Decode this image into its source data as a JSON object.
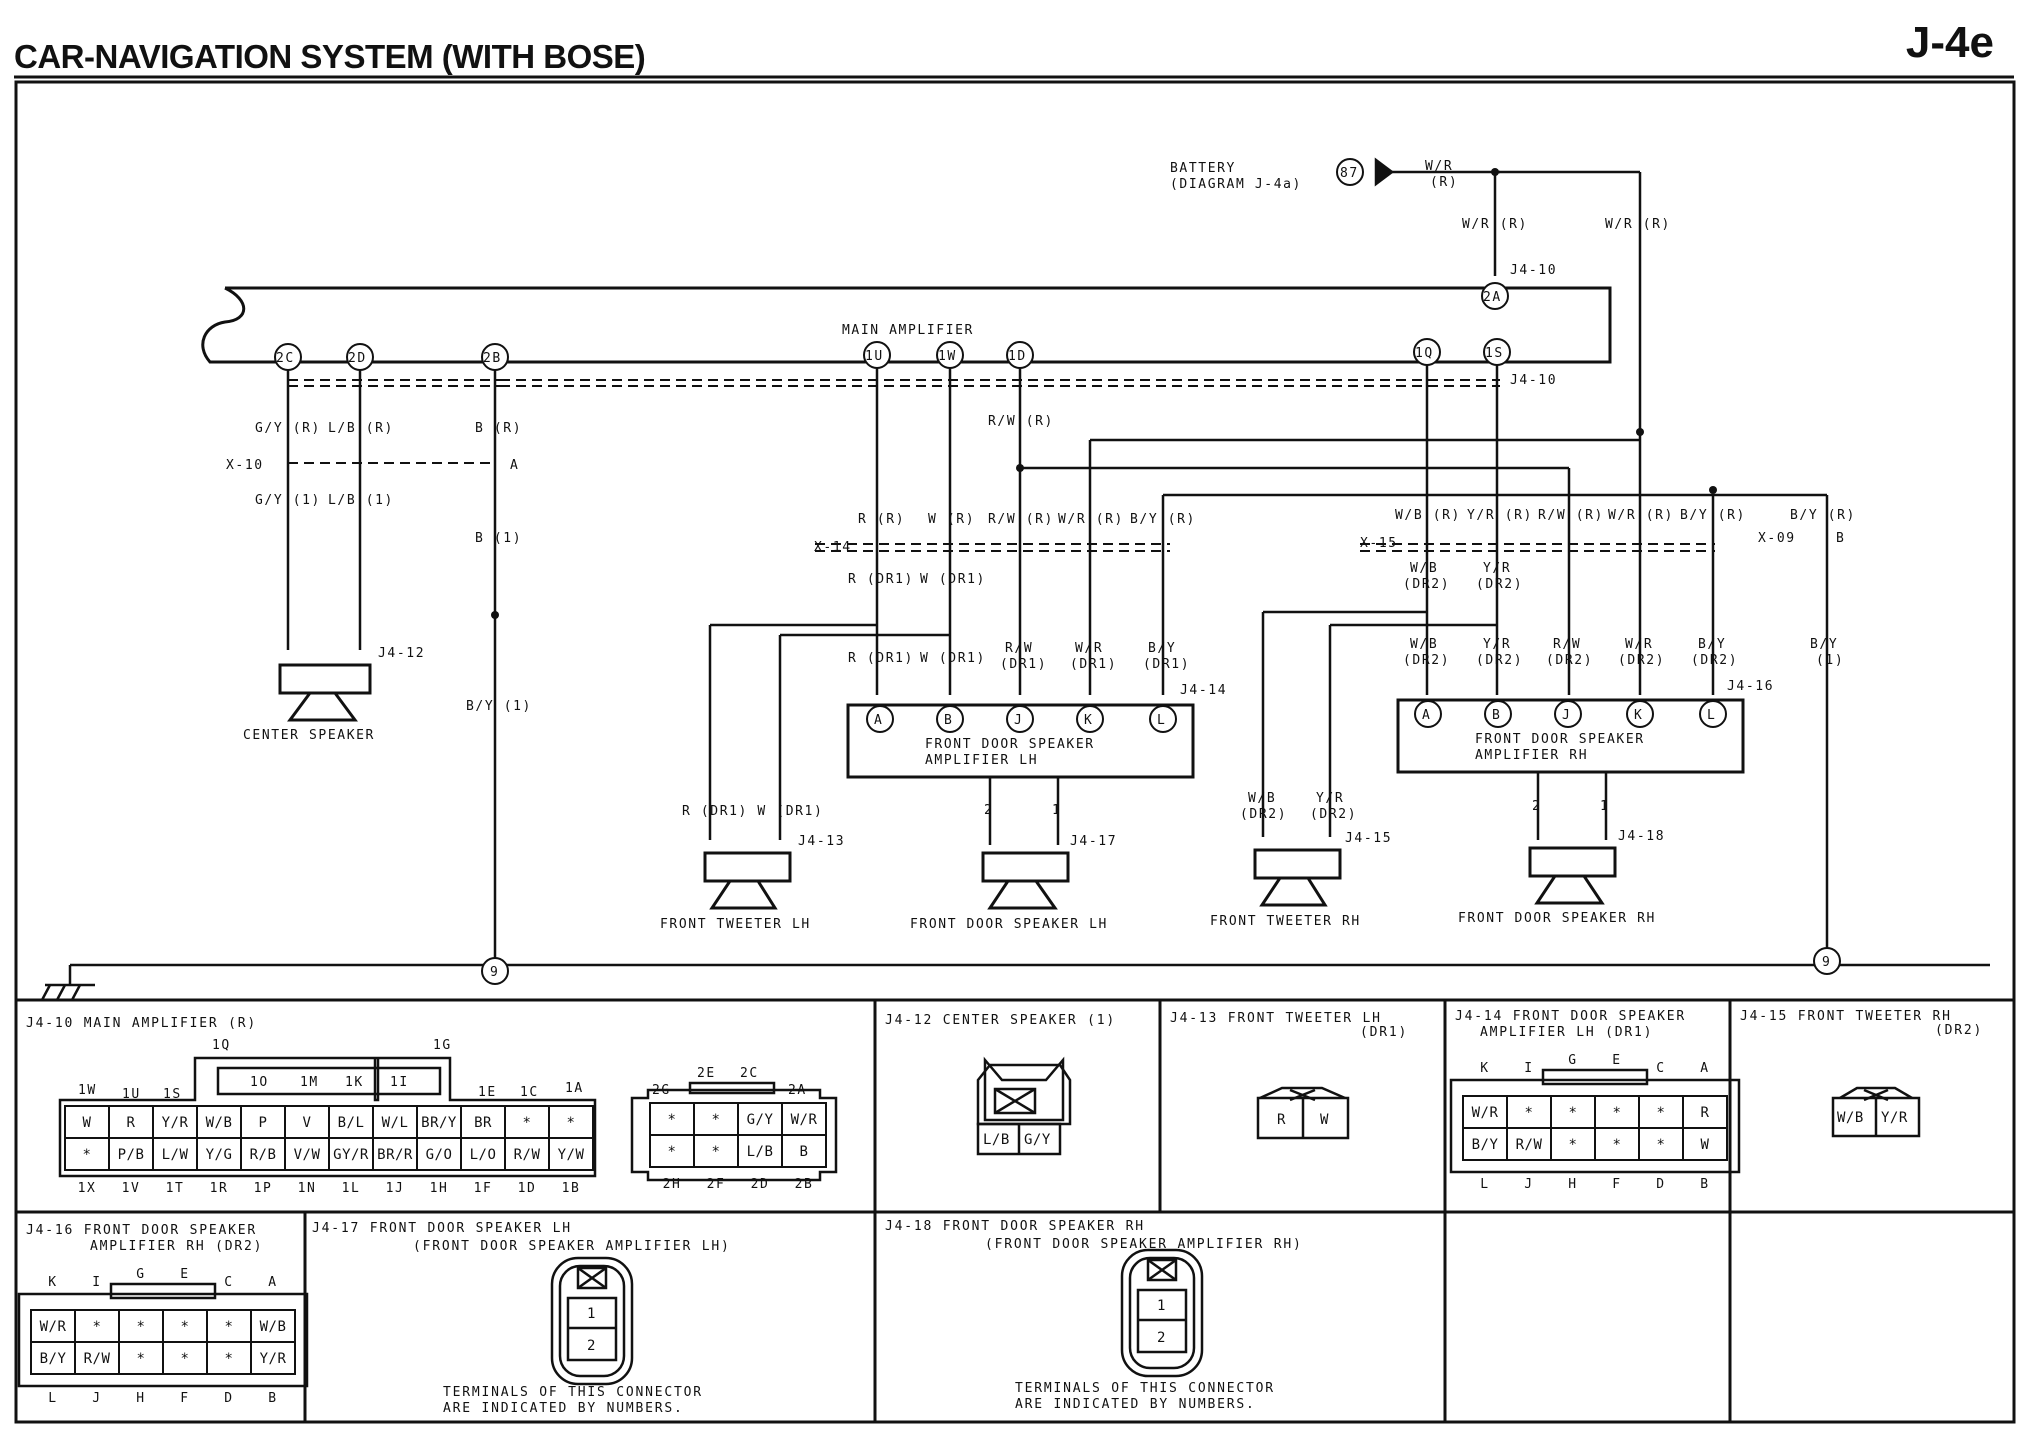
{
  "title": "CAR-NAVIGATION SYSTEM (WITH BOSE)",
  "page_code": "J-4e",
  "battery": {
    "label1": "BATTERY",
    "label2": "(DIAGRAM J-4a)",
    "fuse": "87",
    "wire_top": "W/R",
    "wire_top2": "(R)",
    "wire_left": "W/R (R)",
    "wire_right": "W/R (R)"
  },
  "main_amplifier": {
    "label": "MAIN AMPLIFIER",
    "connector": "J4-10",
    "terminals": [
      "2C",
      "2D",
      "2B",
      "1U",
      "1W",
      "1D",
      "1Q",
      "1S",
      "2A"
    ]
  },
  "wires": {
    "gy_r": "G/Y (R)",
    "lb_r": "L/B (R)",
    "b_r": "B (R)",
    "rw_r": "R/W (R)",
    "gy_1": "G/Y (1)",
    "lb_1": "L/B (1)",
    "b_1": "B (1)",
    "by_1": "B/Y (1)",
    "r_r": "R (R)",
    "w_r": "W (R)",
    "rw_r2": "R/W (R)",
    "wr_r": "W/R (R)",
    "by_r": "B/Y (R)",
    "r_dr1": "R (DR1)",
    "w_dr1": "W (DR1)",
    "rw_dr1": "R/W",
    "wr_dr1": "W/R",
    "by_dr1": "B/Y",
    "dr1": "(DR1)",
    "wb_r": "W/B (R)",
    "yr_r": "Y/R (R)",
    "rw_r3": "R/W (R)",
    "wr_r3": "W/R (R)",
    "by_r3": "B/Y (R)",
    "by_r4": "B/Y (R)",
    "wb": "W/B",
    "yr": "Y/R",
    "rw": "R/W",
    "wr": "W/R",
    "by": "B/Y",
    "dr2": "(DR2)",
    "by_1b": "B/Y",
    "paren_1": "(1)",
    "rdr1_wdr1": "R (DR1) W (DR1)",
    "wb_dr2": "W/B",
    "yr_dr2": "Y/R",
    "x10": "X-10",
    "x14": "X-14",
    "x15": "X-15",
    "x09": "X-09",
    "a": "A",
    "b": "B",
    "ground": "9"
  },
  "components": {
    "center_speaker": {
      "label": "CENTER SPEAKER",
      "connector": "J4-12"
    },
    "front_door_amp_lh": {
      "label1": "FRONT DOOR SPEAKER",
      "label2": "AMPLIFIER LH",
      "connector": "J4-14",
      "pins": [
        "A",
        "B",
        "J",
        "K",
        "L"
      ]
    },
    "front_door_amp_rh": {
      "label1": "FRONT DOOR SPEAKER",
      "label2": "AMPLIFIER RH",
      "connector": "J4-16",
      "pins": [
        "A",
        "B",
        "J",
        "K",
        "L"
      ]
    },
    "front_tweeter_lh": {
      "label": "FRONT TWEETER LH",
      "connector": "J4-13"
    },
    "front_door_speaker_lh": {
      "label": "FRONT DOOR SPEAKER LH",
      "connector": "J4-17",
      "pins": [
        "2",
        "1"
      ]
    },
    "front_tweeter_rh": {
      "label": "FRONT TWEETER RH",
      "connector": "J4-15"
    },
    "front_door_speaker_rh": {
      "label": "FRONT DOOR SPEAKER RH",
      "connector": "J4-18",
      "pins": [
        "2",
        "1"
      ]
    }
  },
  "connector_views": {
    "j410": {
      "title": "J4-10 MAIN AMPLIFIER (R)",
      "top_labels": [
        "1Q",
        "1G"
      ],
      "inner_labels": [
        "1O",
        "1M",
        "1K",
        "1I"
      ],
      "row_labels_top": [
        "1W",
        "1U",
        "1S",
        "1E",
        "1C",
        "1A"
      ],
      "row1": [
        "W",
        "R",
        "Y/R",
        "W/B",
        "P",
        "V",
        "B/L",
        "W/L",
        "BR/Y",
        "BR",
        "*",
        "*"
      ],
      "row2": [
        "*",
        "P/B",
        "L/W",
        "Y/G",
        "R/B",
        "V/W",
        "GY/R",
        "BR/R",
        "G/O",
        "L/O",
        "R/W",
        "Y/W"
      ],
      "row_labels_bottom": [
        "1X",
        "1V",
        "1T",
        "1R",
        "1P",
        "1N",
        "1L",
        "1J",
        "1H",
        "1F",
        "1D",
        "1B"
      ],
      "small_top": [
        "2E",
        "2C"
      ],
      "small_side_top": [
        "2G",
        "2A"
      ],
      "small_row1": [
        "*",
        "*",
        "G/Y",
        "W/R"
      ],
      "small_row2": [
        "*",
        "*",
        "L/B",
        "B"
      ],
      "small_bottom": [
        "2H",
        "2F",
        "2D",
        "2B"
      ]
    },
    "j412": {
      "title": "J4-12 CENTER SPEAKER (1)",
      "cells": [
        "L/B",
        "G/Y"
      ]
    },
    "j413": {
      "title": "J4-13 FRONT TWEETER LH",
      "sub": "(DR1)",
      "cells": [
        "R",
        "W"
      ]
    },
    "j414": {
      "title": "J4-14 FRONT DOOR SPEAKER",
      "sub": "AMPLIFIER LH (DR1)",
      "top": [
        "K",
        "I",
        "G",
        "E",
        "C",
        "A"
      ],
      "row1": [
        "W/R",
        "*",
        "*",
        "*",
        "*",
        "R"
      ],
      "row2": [
        "B/Y",
        "R/W",
        "*",
        "*",
        "*",
        "W"
      ],
      "bottom": [
        "L",
        "J",
        "H",
        "F",
        "D",
        "B"
      ]
    },
    "j415": {
      "title": "J4-15 FRONT TWEETER RH",
      "sub": "(DR2)",
      "cells": [
        "W/B",
        "Y/R"
      ]
    },
    "j416": {
      "title": "J4-16 FRONT DOOR SPEAKER",
      "sub": "AMPLIFIER RH (DR2)",
      "top": [
        "K",
        "I",
        "G",
        "E",
        "C",
        "A"
      ],
      "row1": [
        "W/R",
        "*",
        "*",
        "*",
        "*",
        "W/B"
      ],
      "row2": [
        "B/Y",
        "R/W",
        "*",
        "*",
        "*",
        "Y/R"
      ],
      "bottom": [
        "L",
        "J",
        "H",
        "F",
        "D",
        "B"
      ]
    },
    "j417": {
      "title": "J4-17 FRONT DOOR SPEAKER LH",
      "sub": "(FRONT DOOR SPEAKER AMPLIFIER LH)",
      "pins": [
        "1",
        "2"
      ],
      "note1": "TERMINALS OF THIS CONNECTOR",
      "note2": "ARE INDICATED BY NUMBERS."
    },
    "j418": {
      "title": "J4-18 FRONT DOOR SPEAKER RH",
      "sub": "(FRONT DOOR SPEAKER AMPLIFIER RH)",
      "pins": [
        "1",
        "2"
      ],
      "note1": "TERMINALS OF THIS CONNECTOR",
      "note2": "ARE INDICATED BY NUMBERS."
    }
  }
}
